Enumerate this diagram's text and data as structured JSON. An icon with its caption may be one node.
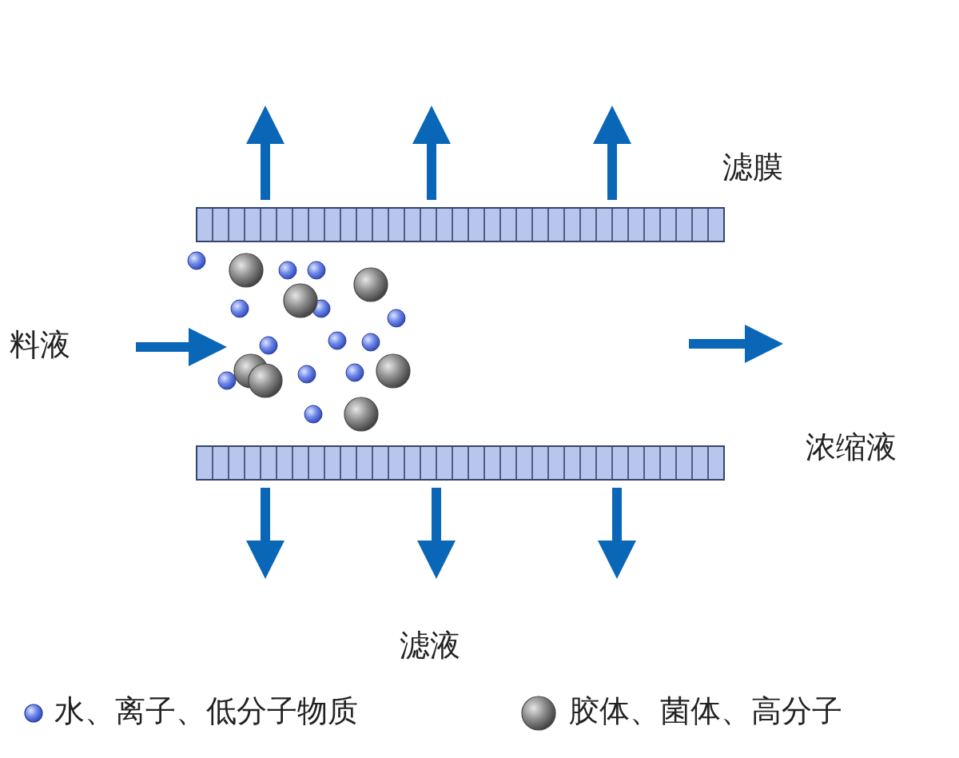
{
  "diagram": {
    "labels": [
      "滤膜",
      "料液",
      "浓缩液",
      "滤液"
    ],
    "legend": [
      {
        "text": "水、离子、低分子物质"
      },
      {
        "text": "胶体、菌体、高分子"
      }
    ]
  }
}
